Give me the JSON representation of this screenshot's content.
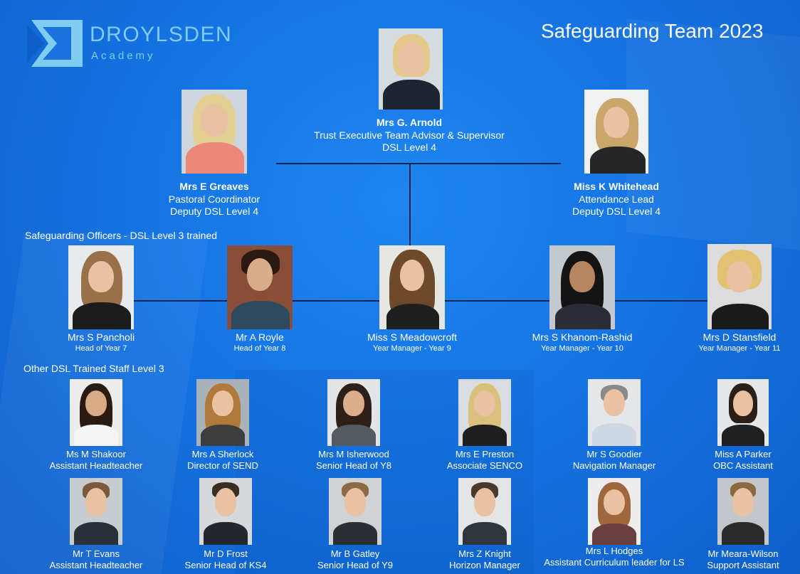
{
  "header": {
    "logo_name": "DROYLSDEN",
    "logo_sub": "Academy",
    "title": "Safeguarding Team 2023"
  },
  "top": {
    "arnold": {
      "name": "Mrs G. Arnold",
      "role": "Trust Executive Team Advisor & Supervisor",
      "level": "DSL Level  4"
    },
    "greaves": {
      "name": "Mrs E Greaves",
      "role": "Pastoral Coordinator",
      "level": "Deputy DSL Level 4"
    },
    "whitehead": {
      "name": "Miss K Whitehead",
      "role": "Attendance Lead",
      "level": "Deputy DSL Level 4"
    }
  },
  "sections": {
    "officers": "Safeguarding Officers - DSL Level 3 trained",
    "other": "Other DSL Trained Staff Level 3"
  },
  "officers": [
    {
      "name": "Mrs S Pancholi",
      "role": "Head of Year 7"
    },
    {
      "name": "Mr A Royle",
      "role": "Head of Year 8"
    },
    {
      "name": "Miss S Meadowcroft",
      "role": "Year Manager - Year 9"
    },
    {
      "name": "Mrs  S Khanom-Rashid",
      "role": "Year Manager - Year 10"
    },
    {
      "name": "Mrs D Stansfield",
      "role": "Year Manager - Year 11"
    }
  ],
  "staff_row1": [
    {
      "name": "Ms M Shakoor",
      "role": "Assistant Headteacher"
    },
    {
      "name": "Mrs A Sherlock",
      "role": "Director of  SEND"
    },
    {
      "name": "Mrs M Isherwood",
      "role": "Senior Head of Y8"
    },
    {
      "name": "Mrs E Preston",
      "role": "Associate SENCO"
    },
    {
      "name": "Mr S Goodier",
      "role": "Navigation Manager"
    },
    {
      "name": "Miss A Parker",
      "role": "OBC Assistant"
    }
  ],
  "staff_row2": [
    {
      "name": "Mr T Evans",
      "role": "Assistant Headteacher"
    },
    {
      "name": "Mr D Frost",
      "role": "Senior Head of KS4"
    },
    {
      "name": "Mr B Gatley",
      "role": "Senior Head of Y9"
    },
    {
      "name": "Mrs Z Knight",
      "role": "Horizon Manager"
    },
    {
      "name": "Mrs L Hodges",
      "role": "Assistant Curriculum leader for LS"
    },
    {
      "name": "Mr Meara-Wilson",
      "role": "Support Assistant"
    }
  ],
  "colors": {
    "background": "#1574e4",
    "logo": "#7fcdf2",
    "connector": "#0b2450",
    "text": "#ffffff"
  }
}
